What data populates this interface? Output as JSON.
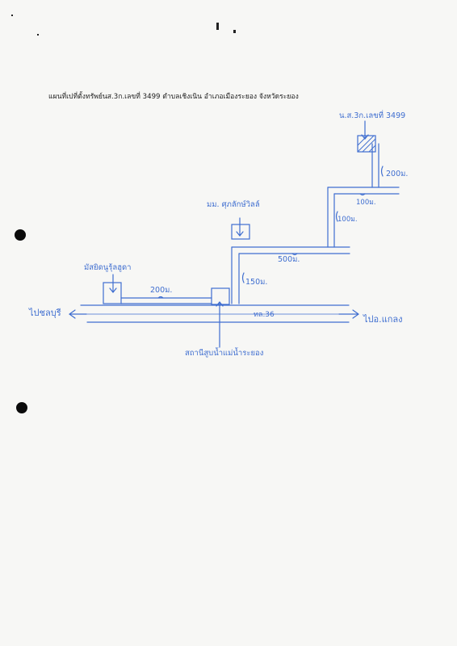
{
  "title": "แผนที่เปที่ตั้งทรัพย์นส.3ก.เลขที่ 3499 ตำบลเชิงเนิน อำเภอเมืองระยอง จังหวัดระยอง",
  "labels": {
    "parcel": "น.ส.3ก.เลขที่ 3499",
    "dist_200_top": "200ม.",
    "dist_100_a": "100ม.",
    "dist_100_b": "100ม.",
    "village": "มม. ศุภลักษ์วิลล์",
    "dist_500": "500ม.",
    "dist_150": "150ม.",
    "temple": "มัสยิดนูรุ้ลฮูดา",
    "dist_200_bottom": "200ม.",
    "road": "ทล.36",
    "left_dest": "ไปชลบุรี",
    "right_dest": "ไปอ.แกลง",
    "landmark": "สถานีสูบน้ำแม่น้ำระยอง"
  },
  "colors": {
    "ink": "#3f6ed0",
    "print": "#1d1d1d"
  }
}
